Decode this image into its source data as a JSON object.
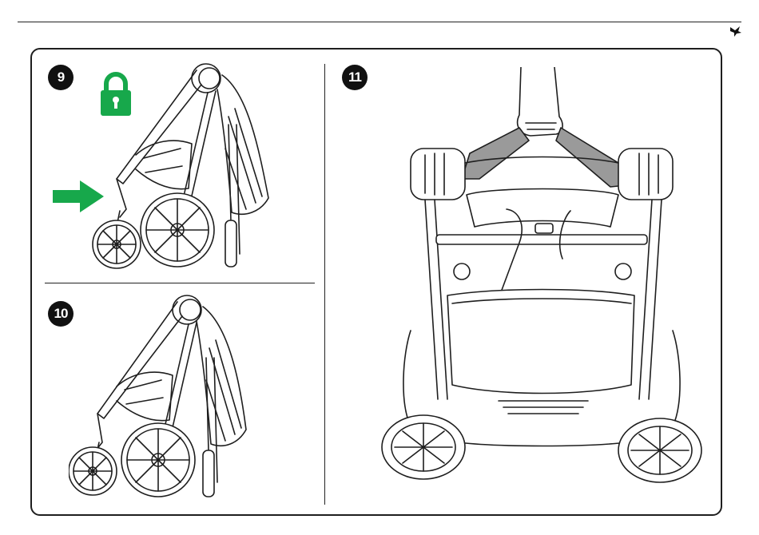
{
  "steps": {
    "step9": {
      "number": "9"
    },
    "step10": {
      "number": "10"
    },
    "step11": {
      "number": "11"
    }
  },
  "icons": {
    "lock": "lock-icon",
    "arrow": "arrow-right-icon",
    "brand": "brand-logo-icon"
  },
  "colors": {
    "accent_green": "#17a84b",
    "line": "#1e1e1e",
    "strap_gray": "#9a9a9a",
    "badge": "#111111"
  }
}
